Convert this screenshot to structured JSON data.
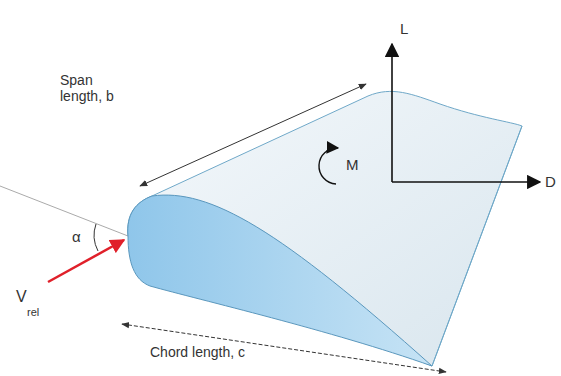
{
  "diagram": {
    "labels": [
      "Span length, b",
      "Chord length, c",
      "L",
      "D",
      "M",
      "α",
      "V",
      "rel"
    ]
  }
}
